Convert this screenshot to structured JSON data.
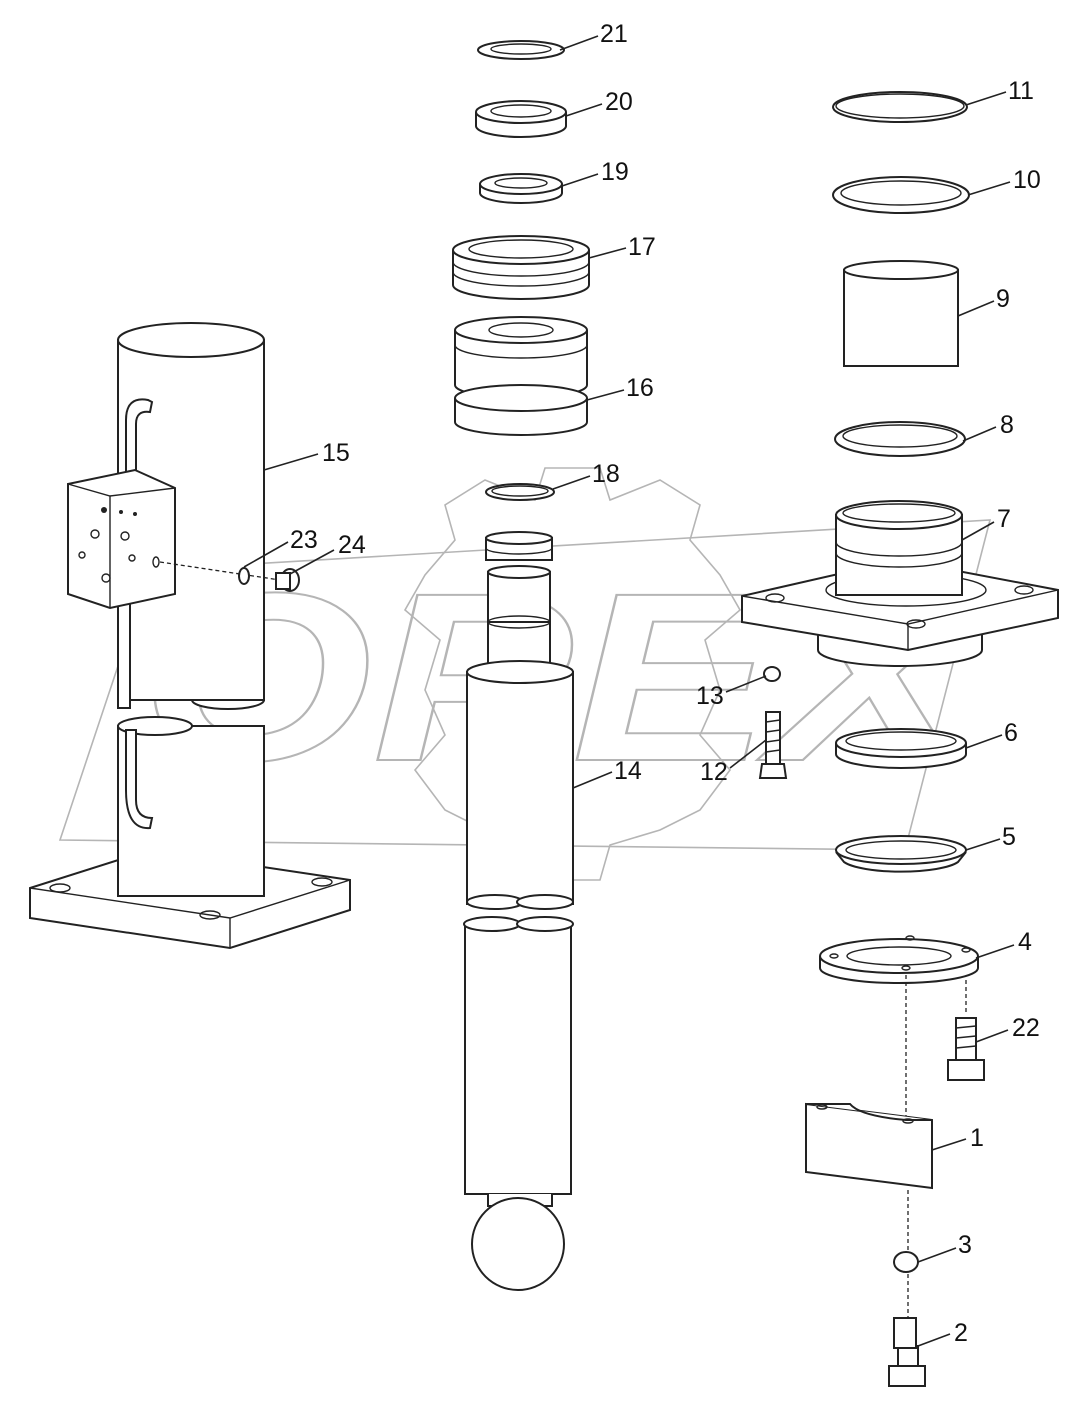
{
  "watermark": "OPEX",
  "callouts": [
    "1",
    "2",
    "3",
    "4",
    "5",
    "6",
    "7",
    "8",
    "9",
    "10",
    "11",
    "12",
    "13",
    "14",
    "15",
    "16",
    "17",
    "18",
    "19",
    "20",
    "21",
    "22",
    "23",
    "24"
  ]
}
